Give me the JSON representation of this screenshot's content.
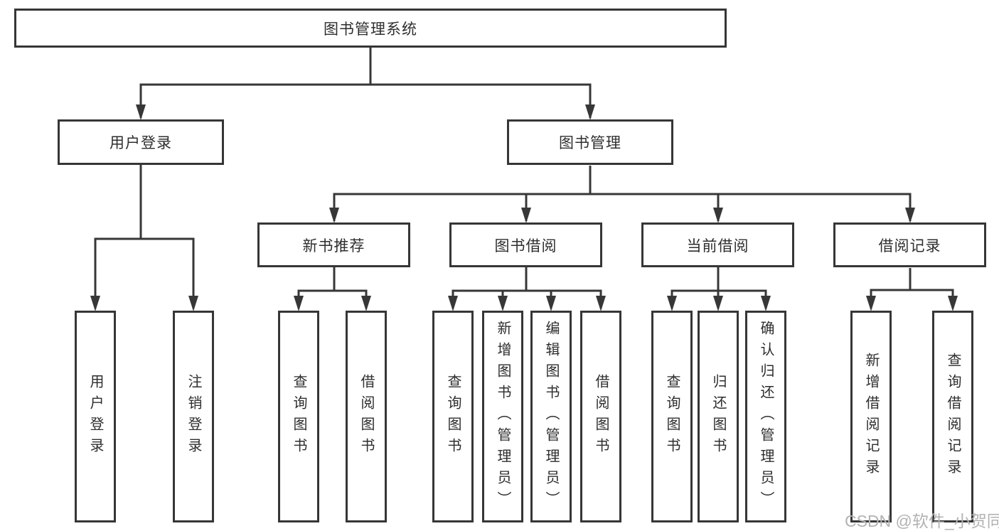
{
  "diagram": {
    "title": "图书管理系统",
    "root": {
      "label": "图书管理系统"
    },
    "level2": [
      {
        "label": "用户登录"
      },
      {
        "label": "图书管理"
      }
    ],
    "level3": [
      {
        "label": "新书推荐",
        "parent": "图书管理"
      },
      {
        "label": "图书借阅",
        "parent": "图书管理"
      },
      {
        "label": "当前借阅",
        "parent": "图书管理"
      },
      {
        "label": "借阅记录",
        "parent": "图书管理"
      }
    ],
    "leaves": [
      {
        "label": "用户登录",
        "parent": "用户登录"
      },
      {
        "label": "注销登录",
        "parent": "用户登录"
      },
      {
        "label": "查询图书",
        "parent": "新书推荐"
      },
      {
        "label": "借阅图书",
        "parent": "新书推荐"
      },
      {
        "label": "查询图书",
        "parent": "图书借阅"
      },
      {
        "label": "新增图书（管理员）",
        "parent": "图书借阅"
      },
      {
        "label": "编辑图书（管理员）",
        "parent": "图书借阅"
      },
      {
        "label": "借阅图书",
        "parent": "图书借阅"
      },
      {
        "label": "查询图书",
        "parent": "当前借阅"
      },
      {
        "label": "归还图书",
        "parent": "当前借阅"
      },
      {
        "label": "确认归还（管理员）",
        "parent": "当前借阅"
      },
      {
        "label": "新增借阅记录",
        "parent": "借阅记录"
      },
      {
        "label": "查询借阅记录",
        "parent": "借阅记录"
      }
    ]
  },
  "watermark": {
    "text": "CSDN @软件_小贺同学"
  },
  "colors": {
    "line": "#373737",
    "box_border": "#363636",
    "box_fill": "#ffffff",
    "text": "#2e2e2e",
    "watermark": "#b3b3b3",
    "background": "#ffffff"
  }
}
